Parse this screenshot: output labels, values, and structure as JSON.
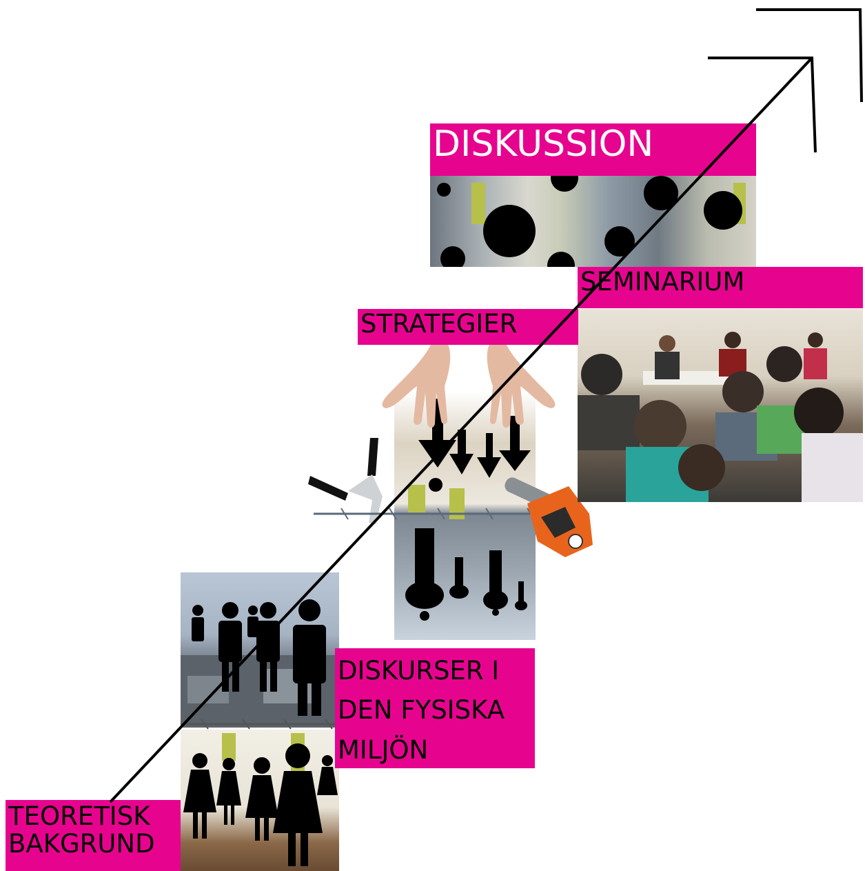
{
  "labels": {
    "teoretisk_line1": "TEORETISK",
    "teoretisk_line2": "BAKGRUND",
    "diskurser_line1": "DISKURSER I",
    "diskurser_line2": "DEN FYSISKA",
    "diskurser_line3": "MILJÖN",
    "strategier": "STRATEGIER",
    "seminarium": "SEMINARIUM",
    "diskussion": "DISKUSSION"
  },
  "colors": {
    "accent": "#e6048f",
    "line": "#000000"
  },
  "icons": [
    "person-icon",
    "woman-icon",
    "down-arrow-icon",
    "hand-icon",
    "chainsaw-icon",
    "pliers-icon",
    "arrow-corner-icon"
  ]
}
